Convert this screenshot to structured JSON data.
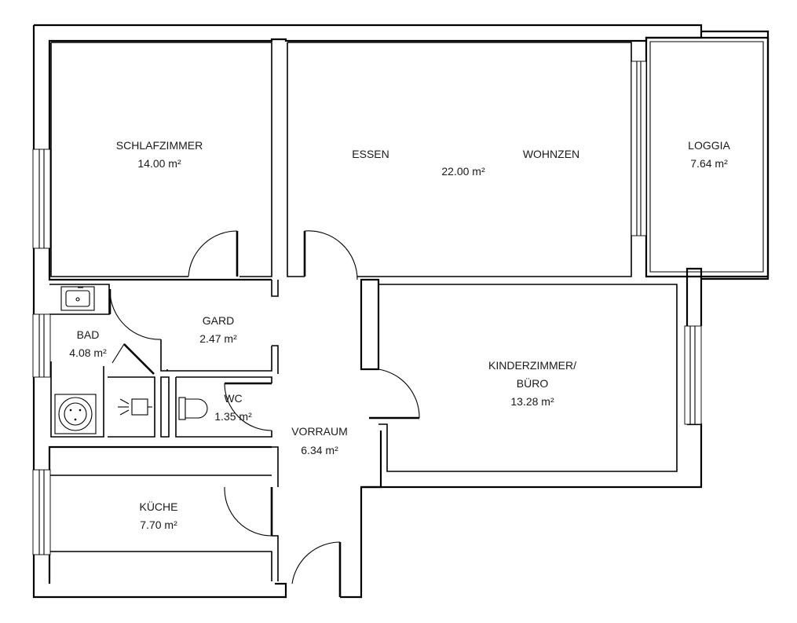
{
  "rooms": {
    "schlafzimmer": {
      "name": "SCHLAFZIMMER",
      "area": "14.00 m²"
    },
    "essen": {
      "name": "ESSEN"
    },
    "wohnzen": {
      "name": "WOHNZEN",
      "area": "22.00 m²"
    },
    "loggia": {
      "name": "LOGGIA",
      "area": "7.64 m²"
    },
    "bad": {
      "name": "BAD",
      "area": "4.08 m²"
    },
    "gard": {
      "name": "GARD",
      "area": "2.47 m²"
    },
    "wc": {
      "name": "WC",
      "area": "1.35 m²"
    },
    "kinderzimmer": {
      "name_line1": "KINDERZIMMER/",
      "name_line2": "BÜRO",
      "area": "13.28 m²"
    },
    "vorraum": {
      "name": "VORRAUM",
      "area": "6.34 m²"
    },
    "kueche": {
      "name": "KÜCHE",
      "area": "7.70 m²"
    }
  },
  "icons": [
    "sink-icon",
    "washing-machine-icon",
    "boiler-icon",
    "toilet-icon",
    "door-swing-icon",
    "window-icon"
  ]
}
